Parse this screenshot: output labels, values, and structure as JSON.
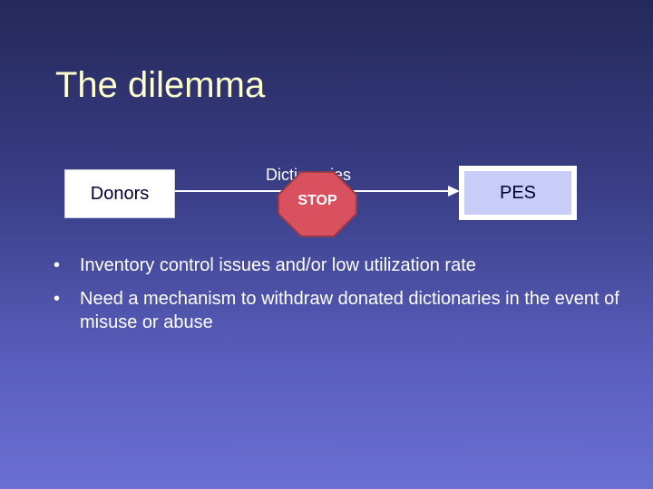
{
  "slide": {
    "title": "The dilemma",
    "colors": {
      "title": "#ffffcc",
      "stop_sign": "#d9505f",
      "pes_fill": "#c8cdf7",
      "background_top": "#25285a",
      "background_bottom": "#6a70d2"
    }
  },
  "diagram": {
    "source_box": "Donors",
    "target_box": "PES",
    "flow_label": "Dictionaries",
    "stop_sign": "STOP",
    "arrow_icon": "arrow-right-icon",
    "stop_icon": "stop-sign-icon"
  },
  "bullets": [
    {
      "marker": "•",
      "text": "Inventory control issues and/or low utilization rate"
    },
    {
      "marker": "•",
      "text": "Need a mechanism to withdraw donated dictionaries in the event of misuse or abuse"
    }
  ]
}
